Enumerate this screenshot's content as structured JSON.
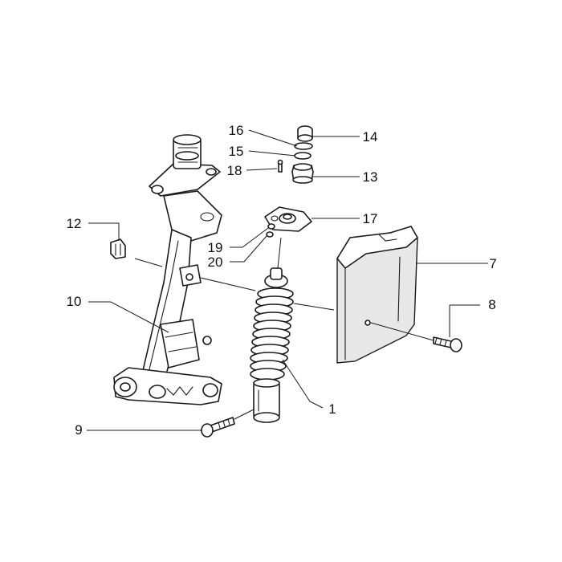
{
  "callouts": {
    "c1": "1",
    "c7": "7",
    "c8": "8",
    "c9": "9",
    "c10": "10",
    "c12": "12",
    "c13": "13",
    "c14": "14",
    "c15": "15",
    "c16": "16",
    "c17": "17",
    "c18": "18",
    "c19": "19",
    "c20": "20"
  }
}
